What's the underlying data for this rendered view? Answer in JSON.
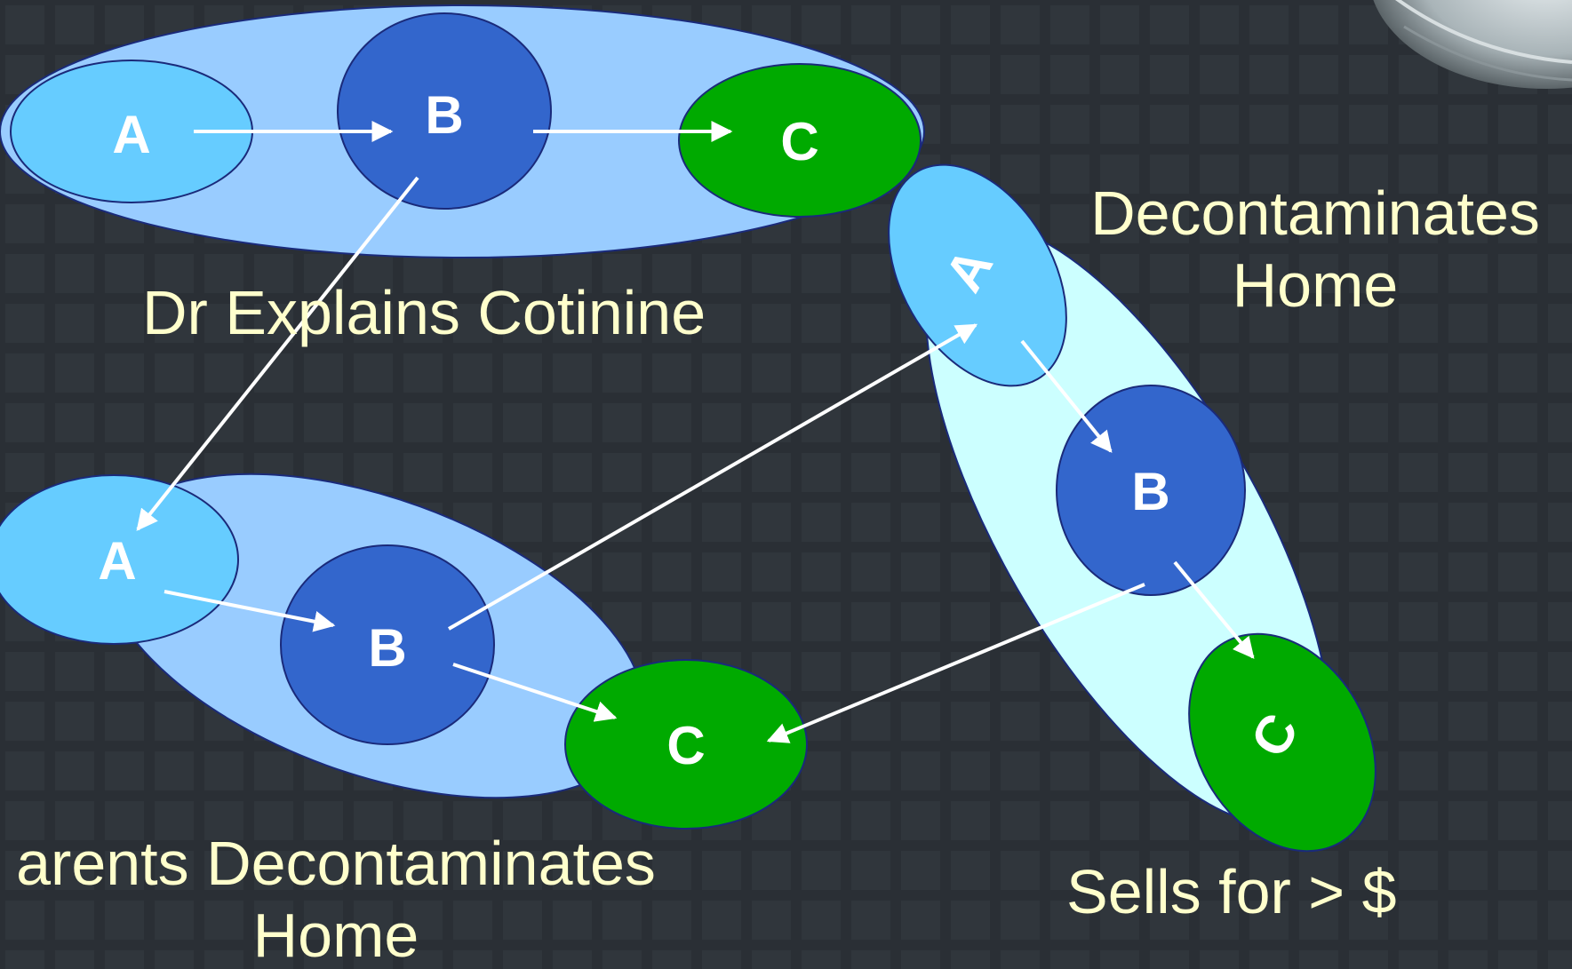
{
  "colors": {
    "background": "#2a2f35",
    "group_fill": "#99ccff",
    "group_fill_light": "#ccffff",
    "node_a": "#66ccff",
    "node_b": "#3366cc",
    "node_c": "#00aa00",
    "outline": "#1a2a7a",
    "arrow": "#ffffff",
    "caption_text": "#ffffcc"
  },
  "groups": [
    {
      "id": "top",
      "caption": "Dr Explains Cotinine",
      "nodes": {
        "a": "A",
        "b": "B",
        "c": "C"
      }
    },
    {
      "id": "bottom",
      "caption_line1": "arents Decontaminates",
      "caption_line2": "Home",
      "nodes": {
        "a": "A",
        "b": "B",
        "c": "C"
      }
    },
    {
      "id": "right",
      "caption_line1": "Decontaminates",
      "caption_line2": "Home",
      "nodes": {
        "a": "A",
        "b": "B",
        "c": "C"
      }
    }
  ],
  "footer_caption": "Sells for > $"
}
